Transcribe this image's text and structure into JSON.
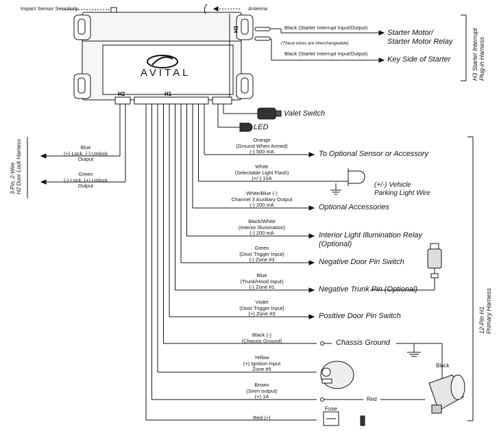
{
  "brand": {
    "logo_text": "AVITAL"
  },
  "unit": {
    "connector_h1": "H1",
    "connector_h2": "H2",
    "connector_h3": "H3"
  },
  "top": {
    "impact_sensor": "Impact Sensor\nSensitivity",
    "antenna": "Antenna"
  },
  "h3_harness": {
    "wire1": "Black\n(Starter Interrupt Input/Output)",
    "interchangeable_note": "(These wires are interchangeable)",
    "wire2": "Black\n(Starter Interrupt Input/Output)",
    "target1": "Starter Motor/\nStarter Motor Relay",
    "target2": "Key Side of Starter",
    "harness_label": "H3 Starter Interrupt\nPlug-in Harness"
  },
  "valet": {
    "label": "Valet Switch"
  },
  "led": {
    "label": "LED"
  },
  "h2_harness": {
    "wire_blue": "Blue\n(+) Lock, (-) Unlock\nOutput",
    "wire_green": "Green\n(-) Lock, (+) Unlock\nOutput",
    "harness_label": "3-Pin, 2-Wire\nH2 Door Lock Harness"
  },
  "h1_wires": [
    {
      "desc": "Orange\n(Ground When Armed)\n(-) 500 mA",
      "target": "To Optional Sensor or Accessory"
    },
    {
      "desc": "White\n(Selectable Light Flash)\n(+/-) 10A",
      "target": ""
    },
    {
      "desc": "White/Blue (-)\nChannel 3 Auxiliary Output\n(-) 200 mA",
      "target": "Optional Accessories"
    },
    {
      "desc": "Black/White\n(Interior Illumination)\n(-) 200 mA",
      "target": "Interior Light Illumination Relay\n(Optional)"
    },
    {
      "desc": "Green\n(Door Trigger Input)\n(-) Zone #3",
      "target": "Negative Door Pin Switch"
    },
    {
      "desc": "Blue\n(Trunk/Hood Input)\n(-) Zone #1",
      "target": "Negative Trunk Pin (Optional)"
    },
    {
      "desc": "Violet\n(Door Trigger Input)\n(+) Zone #3",
      "target": "Positive Door Pin Switch"
    },
    {
      "desc": "Black (-)\n(Chassis Ground)",
      "target": "Chassis Ground"
    },
    {
      "desc": "Yellow\n(+) Ignition Input\nZone #5",
      "target": ""
    },
    {
      "desc": "Brown\n(Siren output)\n(+) 1A",
      "target": ""
    },
    {
      "desc": "Red (+)",
      "target": ""
    }
  ],
  "parking_light": {
    "label": "(+/-) Vehicle\nParking Light Wire"
  },
  "siren": {
    "black_label": "Black",
    "red_label": "Red"
  },
  "fuse": {
    "label": "Fuse"
  },
  "h1_harness": {
    "label": "12-Pin H1\nPrimary Harness"
  }
}
